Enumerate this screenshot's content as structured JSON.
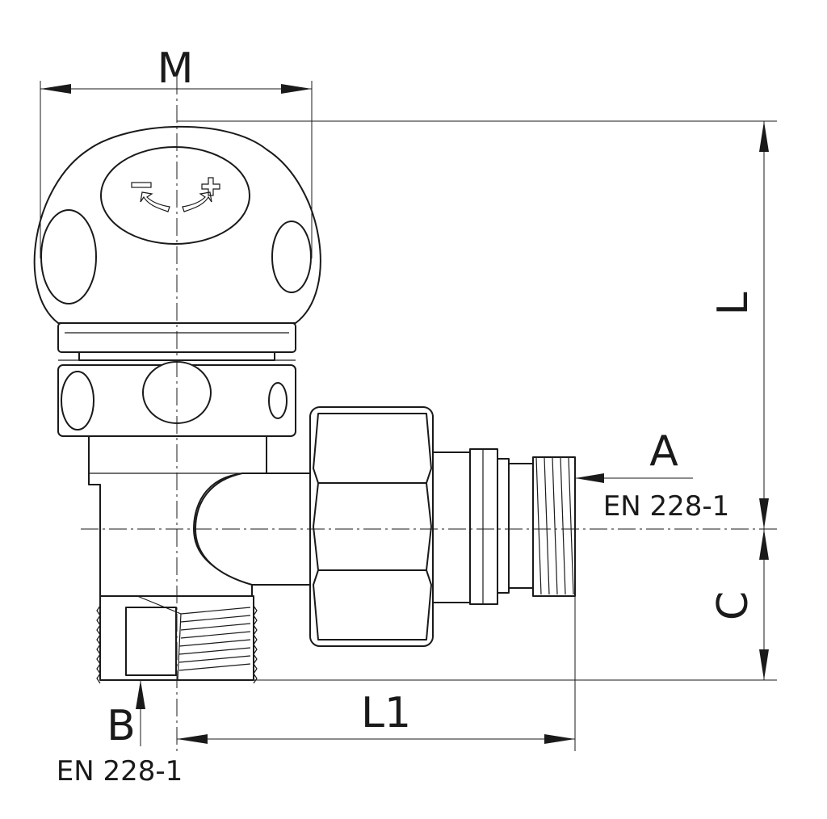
{
  "labels": {
    "M": "M",
    "L": "L",
    "C": "C",
    "L1": "L1",
    "A": "A",
    "B": "B",
    "standard_a": "EN 228-1",
    "standard_b": "EN 228-1"
  },
  "colors": {
    "line": "#1a1a1a",
    "background": "#ffffff"
  }
}
